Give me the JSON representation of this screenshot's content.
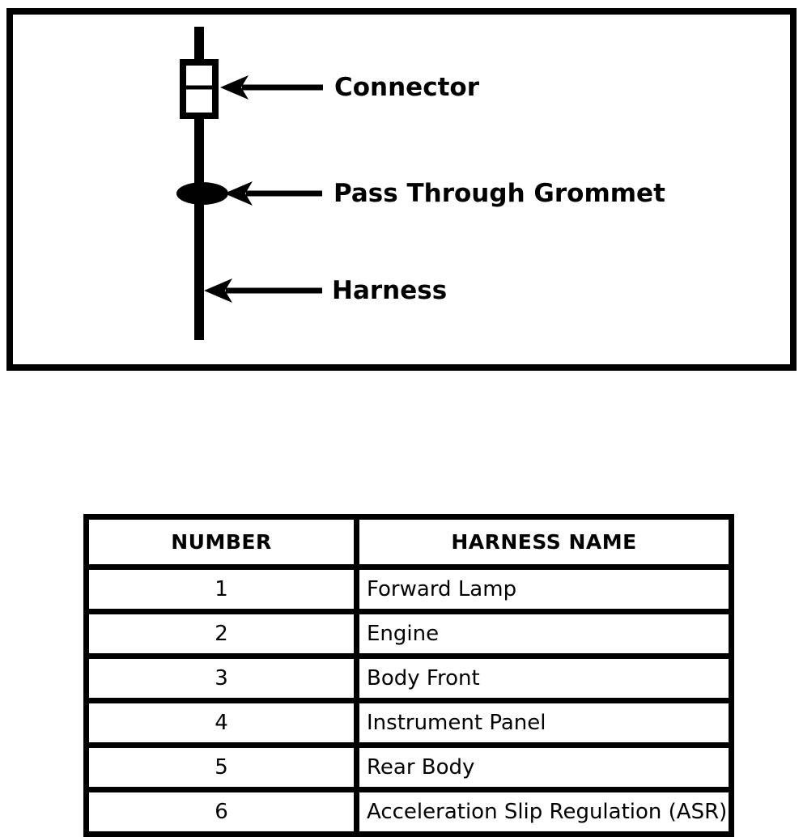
{
  "colors": {
    "ink": "#000000",
    "paper": "#ffffff"
  },
  "figure": {
    "labels": {
      "connector": "Connector",
      "pass_through_grommet": "Pass Through Grommet",
      "harness": "Harness"
    }
  },
  "table": {
    "headers": {
      "number": "NUMBER",
      "harness_name": "HARNESS NAME"
    },
    "rows": [
      {
        "number": "1",
        "name": "Forward Lamp"
      },
      {
        "number": "2",
        "name": "Engine"
      },
      {
        "number": "3",
        "name": "Body Front"
      },
      {
        "number": "4",
        "name": "Instrument Panel"
      },
      {
        "number": "5",
        "name": "Rear Body"
      },
      {
        "number": "6",
        "name": "Acceleration Slip Regulation (ASR)"
      }
    ]
  }
}
